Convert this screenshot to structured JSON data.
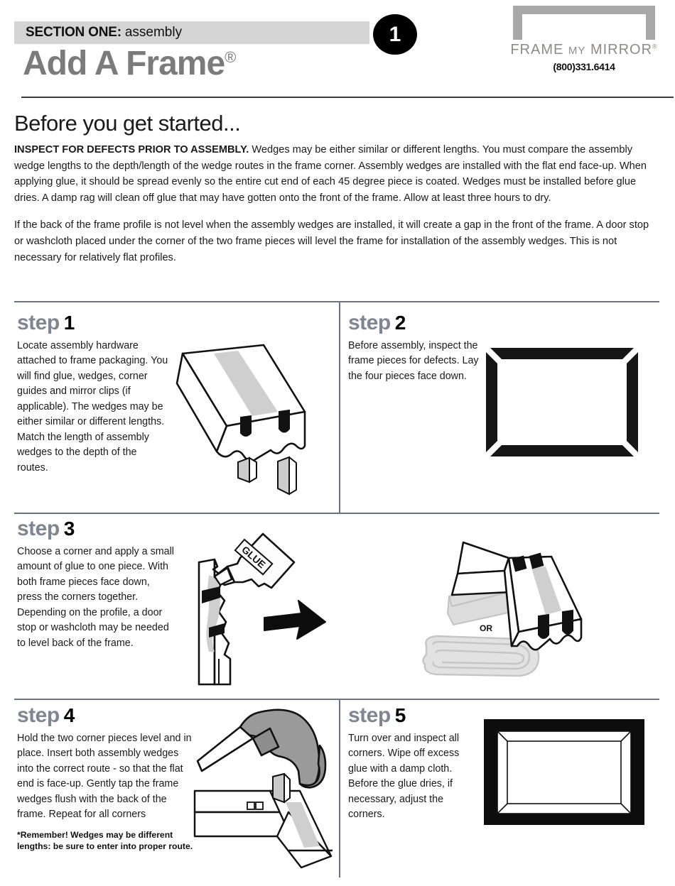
{
  "header": {
    "section_label": "SECTION ONE:",
    "section_sub": "assembly",
    "badge_number": "1",
    "title": "Add A Frame",
    "title_mark": "®",
    "logo_word_1": "FRAME",
    "logo_word_2": "MY",
    "logo_word_3": "MIRROR",
    "logo_mark": "®",
    "phone": "(800)331.6414"
  },
  "intro": {
    "heading": "Before you get started...",
    "paragraph1_bold": "INSPECT FOR DEFECTS PRIOR TO ASSEMBLY.",
    "paragraph1_rest": " Wedges may be either similar or different lengths. You must compare the assembly wedge lengths to the depth/length of the wedge routes in the frame corner. Assembly wedges are installed with the flat end face-up. When applying glue, it should be spread evenly so the entire cut end of each 45 degree piece is coated. Wedges must be installed before glue dries. A damp rag will clean off glue that may have gotten onto the front of the frame. Allow at least three hours to dry.",
    "paragraph2": "If the back of the frame profile is not level when the assembly wedges are installed, it will create a gap in the front of the frame. A door stop or washcloth placed under the corner of the two frame pieces will level the frame for installation of the assembly wedges. This is not necessary for relatively flat profiles."
  },
  "steps": [
    {
      "word": "step",
      "number": "1",
      "body": "Locate assembly hardware attached to frame packaging. You will find glue, wedges, corner guides and mirror clips (if applicable). The wedges may be either similar or different lengths. Match the length of assembly wedges to the depth of the routes.",
      "note": "",
      "art_name": "frame-profile-with-routes-and-wedges"
    },
    {
      "word": "step",
      "number": "2",
      "body": "Before assembly, inspect the frame pieces for defects. Lay the four pieces face down.",
      "note": "",
      "art_name": "four-frame-pieces-laid-out"
    },
    {
      "word": "step",
      "number": "3",
      "body": "Choose a corner and apply a small amount of glue to one piece. With both frame pieces face down, press the corners together. Depending on the profile, a door stop or washcloth may be needed to level back of the frame.",
      "note": "",
      "art_name": "glue-bottle-arrow-corner-joined"
    },
    {
      "word": "step",
      "number": "4",
      "body": "Hold the two corner pieces level and in place. Insert both assembly wedges into the correct route - so that the flat end is face-up. Gently tap the frame wedges flush with the back of the frame. Repeat for all corners",
      "note": "*Remember! Wedges may be different lengths: be sure to enter into proper route.",
      "art_name": "hammer-tapping-wedge-into-corner"
    },
    {
      "word": "step",
      "number": "5",
      "body": "Turn over and inspect all corners. Wipe off excess glue with a damp cloth. Before the glue dries, if necessary, adjust the corners.",
      "note": "",
      "art_name": "completed-assembled-frame"
    }
  ],
  "labels": {
    "glue_bottle": "GLUE",
    "or": "OR"
  },
  "colors": {
    "section_bar": "#d4d4d4",
    "title_gray": "#7b7b7b",
    "step_word_gray": "#7f868f",
    "divider": "#6b7280",
    "logo_gray": "#a8a8a8",
    "ink": "#1a1a1a"
  }
}
